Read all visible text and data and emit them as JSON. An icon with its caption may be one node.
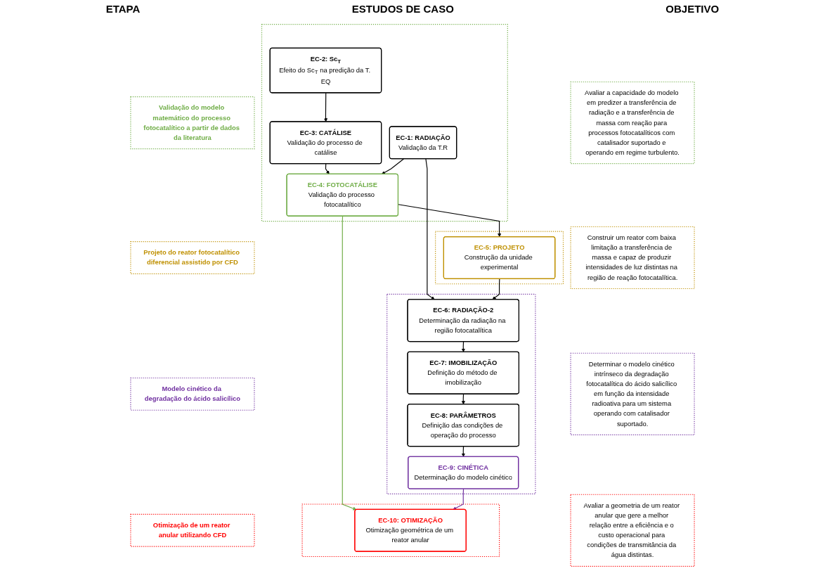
{
  "diagram": {
    "nodes": [
      {
        "text": [
          "Validação do modelo matemático do processo fotocatalítico a partir de dados da literatura"
        ]
      },
      {
        "text": [],
        "shape": "box"
      },
      {
        "text": [
          "EC-1: RADIAÇÃO",
          "Validação da T.R"
        ],
        "in": 1
      },
      {
        "text": [
          "EC-2: Sc$_{T}$",
          "Efeito do Sc$_{T}$ na predição da T. EQ"
        ],
        "in": 1
      },
      {
        "text": [
          "EC-3: CATÁLISE",
          "Validação do processo de catálise"
        ],
        "in": 1
      },
      {
        "text": [
          "EC-4: FOTOCATÁLISE",
          "Validação do processo fotocatalítico"
        ],
        "in": 1
      },
      {
        "text": [
          "Avaliar a capacidade do modelo em predizer a transferência de radiação e a transferência de massa com reação para processos fotocatalíticos com catalisador suportado e operando em regime turbulento."
        ]
      },
      {
        "text": [
          "Projeto do reator fotocatalítico diferencial assistido por CFD"
        ]
      },
      {
        "text": [],
        "shape": "box"
      },
      {
        "text": [
          "EC-5: PROJETO",
          "Construção da unidade experimental"
        ],
        "in": 8
      },
      {
        "text": [
          "Construir um reator com baixa limitação a transferência de massa e capaz de produzir intensidades de luz distintas na região de reação fotocatalítica."
        ]
      },
      {
        "text": [
          "Modelo cinético da degradação do ácido salicílico"
        ]
      },
      {
        "text": [],
        "shape": "box"
      },
      {
        "text": [
          "EC-6: RADIAÇÃO-2",
          "Determinação da radiação na região fotocatalítica"
        ],
        "in": 12
      },
      {
        "text": [
          "EC-7: IMOBILIZAÇÃO",
          "Definição do método de imobilização"
        ],
        "in": 12
      },
      {
        "text": [
          "EC-8: PARÂMETROS",
          "Definição das condições de operação do processo"
        ],
        "in": 12
      },
      {
        "text": [
          "EC-9: CINÉTICA",
          "Determinação do modelo cinético"
        ],
        "in": 12
      },
      {
        "text": [
          "Determinar o modelo cinético intrínseco da degradação fotocatalítica do ácido salicílico em função da intensidade radioativa para um sistema operando com catalisador suportado."
        ]
      },
      {
        "text": [
          "Otimização de um reator anular utilizando CFD"
        ]
      },
      {
        "text": [],
        "shape": "box"
      },
      {
        "text": [
          "EC-10: OTIMIZAÇÃO",
          "Otimização geométrica de um reator anular"
        ],
        "in": 19
      },
      {
        "text": [
          "Avaliar a geometria de um reator anular que gere a melhor relação entre a eficiência e o custo operacional para condições de transmitância da água distintas."
        ]
      }
    ],
    "edges": [
      {
        "from": 3,
        "to": 4,
        "arrow": "to"
      },
      {
        "from": 4,
        "to": 5,
        "arrow": "to"
      },
      {
        "from": 2,
        "to": 5,
        "arrow": "to"
      },
      {
        "from": 2,
        "to": 13,
        "arrow": "to"
      },
      {
        "from": 5,
        "to": 9,
        "arrow": "to"
      },
      {
        "from": 9,
        "to": 13,
        "arrow": "to"
      },
      {
        "from": 5,
        "to": 20,
        "arrow": "to",
        "color": "#70ad47"
      },
      {
        "from": 13,
        "to": 14,
        "arrow": "to"
      },
      {
        "from": 14,
        "to": 15,
        "arrow": "to"
      },
      {
        "from": 15,
        "to": 16,
        "arrow": "to"
      },
      {
        "from": 16,
        "to": 20,
        "arrow": "to",
        "color": "#7030a0"
      }
    ],
    "labels": [
      "ETAPA",
      "ESTUDOS DE CASO",
      "OBJETIVO"
    ]
  }
}
